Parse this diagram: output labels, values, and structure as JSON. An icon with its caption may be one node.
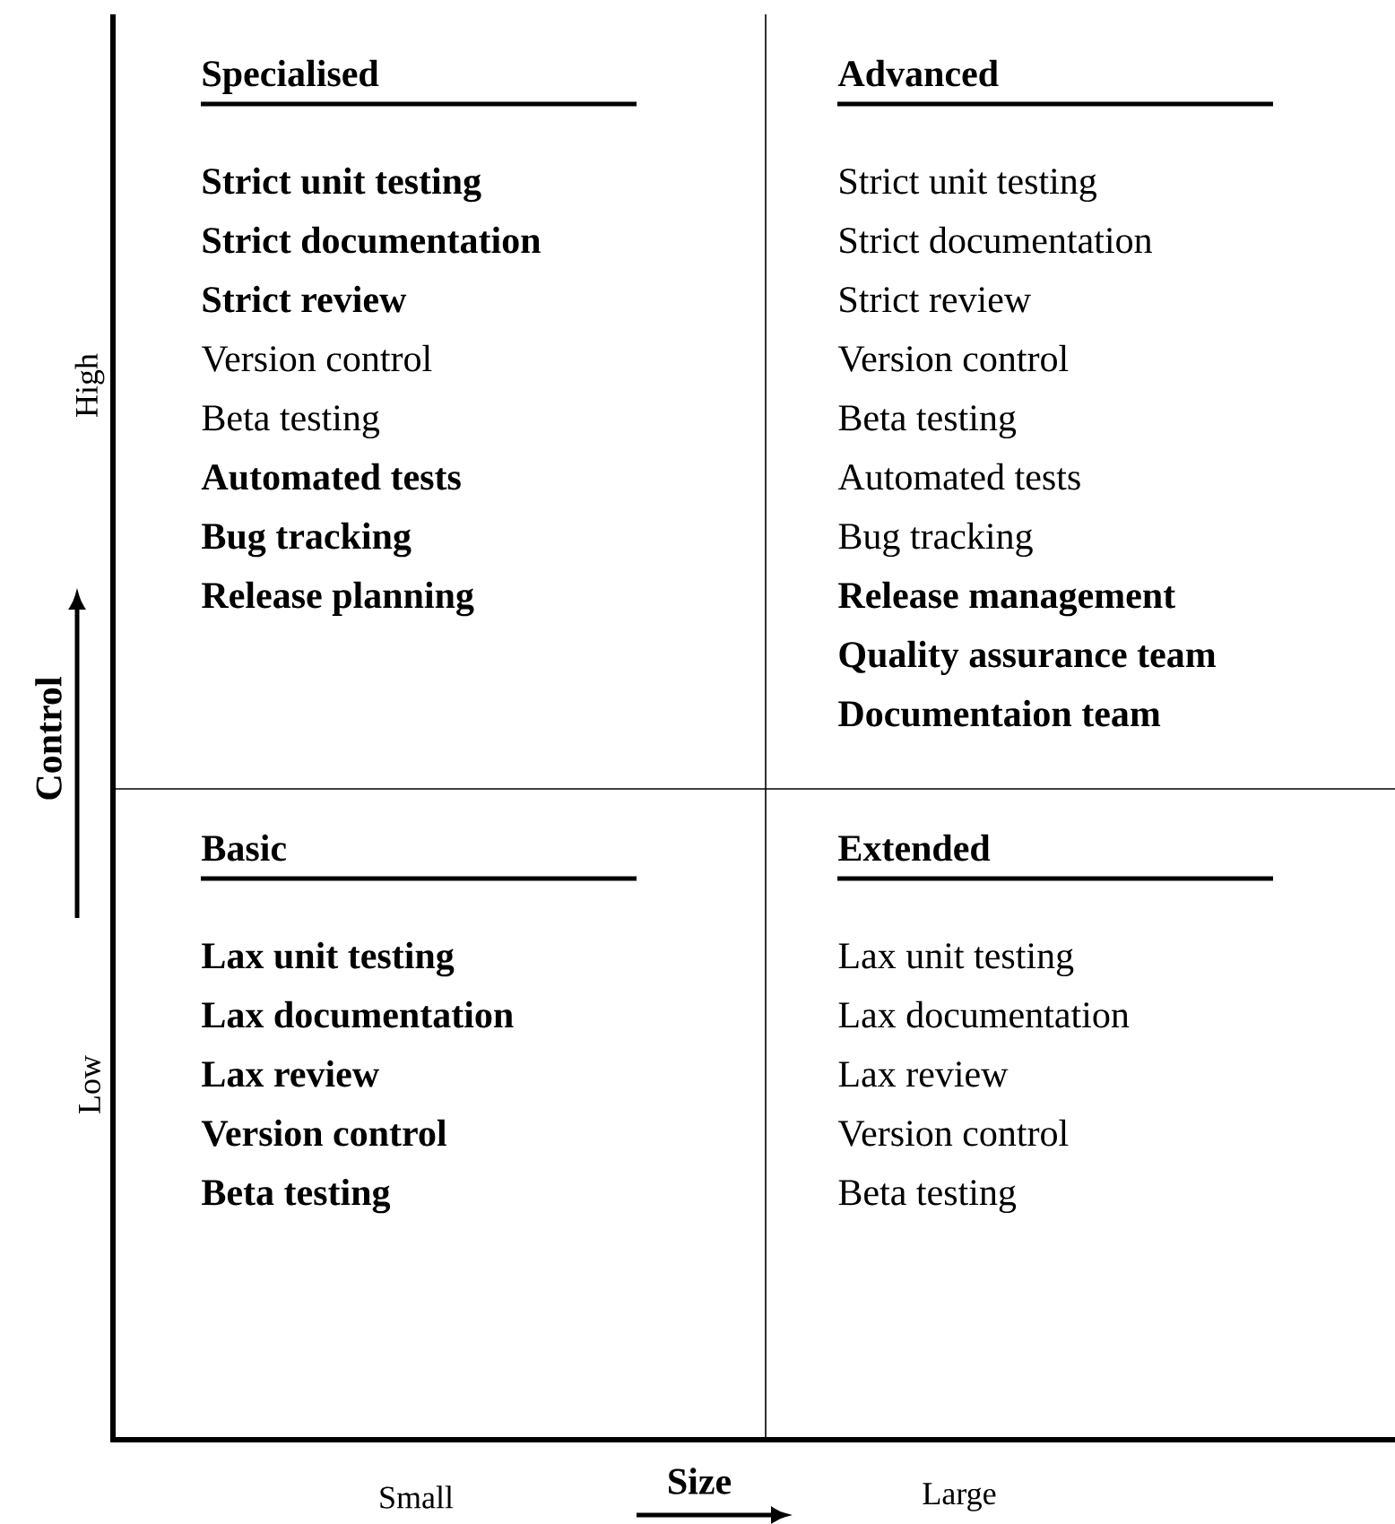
{
  "diagram": {
    "nodes": [
      {
        "text": [
          "Specialised",
          "**Strict unit testing**",
          "**Strict documentation**",
          "**Strict review**",
          "Version control",
          "Beta testing",
          "**Automated tests**",
          "**Bug tracking**",
          "**Release planning**"
        ]
      },
      {
        "text": [
          "Advanced",
          "Strict unit testing",
          "Strict documentation",
          "Strict review",
          "Version control",
          "Beta testing",
          "Automated tests",
          "Bug tracking",
          "**Release management**",
          "**Quality assurance team**",
          "**Documentaion team**"
        ]
      },
      {
        "text": [
          "Basic",
          "**Lax unit testing**",
          "**Lax documentation**",
          "**Lax review**",
          "**Version control**",
          "**Beta testing**"
        ]
      },
      {
        "text": [
          "Extended",
          "Lax unit testing",
          "Lax documentation",
          "Lax review",
          "Version control",
          "Beta testing"
        ]
      }
    ],
    "labels": [
      "High",
      "Control",
      "Low",
      "Small",
      "Size",
      "Large"
    ]
  }
}
